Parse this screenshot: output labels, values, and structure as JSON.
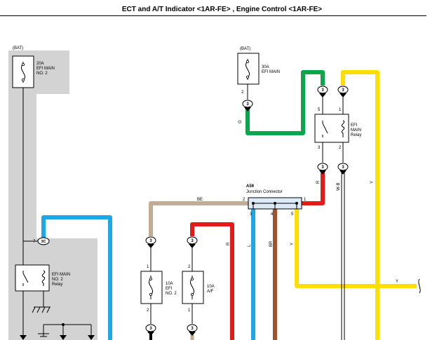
{
  "title": "ECT and A/T Indicator <1AR-FE> , Engine Control <1AR-FE>",
  "colors": {
    "shade": "#d3d3d3",
    "blue": "#1ea7e6",
    "green": "#0aa64b",
    "yellow": "#ffdf00",
    "red": "#e31b1b",
    "tan": "#c2ac93",
    "brown": "#a0522d",
    "black": "#000000"
  },
  "bat_left": "(BAT)",
  "bat_right": "(BAT)",
  "fuse_efi_main_no2": {
    "amp": "20A",
    "name1": "EFI MAIN",
    "name2": "NO. 2"
  },
  "fuse_efi_main": {
    "amp": "30A",
    "name": "EFI MAIN",
    "pin": "2",
    "conn": "3"
  },
  "efi_main_relay": {
    "line1": "EFI",
    "line2": "MAIN",
    "line3": "Relay",
    "pin_tl": "5",
    "pin_tr": "1",
    "pin_bl": "3",
    "pin_br": "2",
    "conn_top1": "3",
    "conn_top2": "3",
    "conn_bot1": "3",
    "conn_bot2": "3"
  },
  "efi_main_no2_relay": {
    "line1": "EFI MAIN",
    "line2": "NO. 2",
    "line3": "Relay",
    "pin": "7",
    "conn": "3C"
  },
  "junction": {
    "id": "A59",
    "name": "Junction Connector",
    "pin2": "2",
    "pin1": "1",
    "pin3": "3",
    "pin4": "4",
    "pin5": "5"
  },
  "fuse_efi_no2": {
    "amp": "10A",
    "name1": "EFI",
    "name2": "NO. 2",
    "pin_top": "1",
    "pin_bot": "2",
    "conn_top": "3",
    "conn_bot": "3"
  },
  "fuse_af": {
    "amp": "10A",
    "name": "A/F",
    "pin_top": "2",
    "pin_bot": "1",
    "conn_top": "3",
    "conn_bot": "3"
  },
  "wire_labels": {
    "g": "G",
    "r_relay": "R",
    "wb": "W-B",
    "y_right": "Y",
    "be": "BE",
    "r_fuse": "R",
    "l": "L",
    "br": "BR",
    "y_junction": "Y",
    "y_horizontal": "Y"
  }
}
